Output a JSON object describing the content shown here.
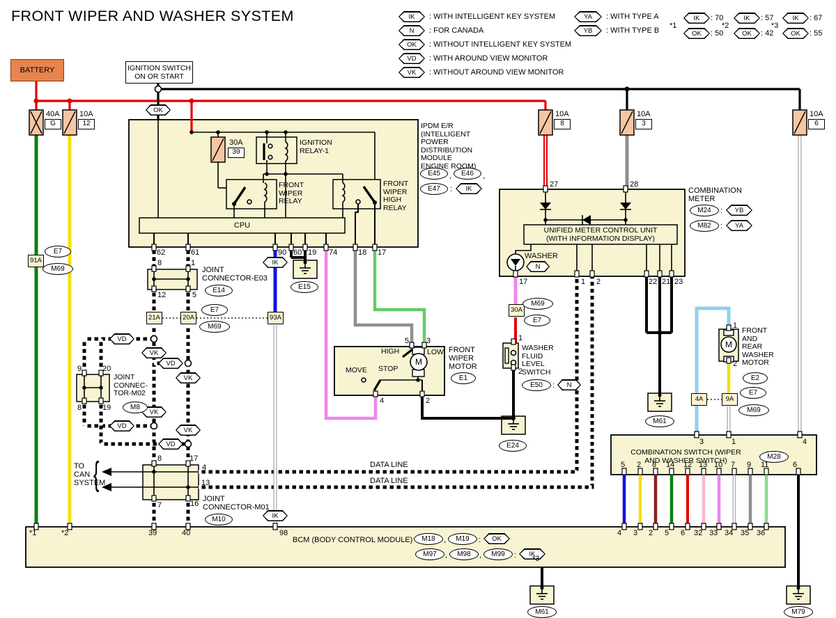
{
  "title": "FRONT WIPER AND WASHER SYSTEM",
  "tags": {
    "ik": "IK",
    "n": "N",
    "ok": "OK",
    "vd": "VD",
    "vk": "VK",
    "ya": "YA",
    "yb": "YB"
  },
  "punct": {
    "comma": ",",
    "colon": ":",
    "brace": "{"
  },
  "legend": {
    "items": [
      {
        "tag": "IK",
        "desc": ": WITH INTELLIGENT KEY SYSTEM"
      },
      {
        "tag": "N",
        "desc": ": FOR CANADA"
      },
      {
        "tag": "OK",
        "desc": ": WITHOUT INTELLIGENT KEY SYSTEM"
      },
      {
        "tag": "VD",
        "desc": ": WITH AROUND VIEW MONITOR"
      },
      {
        "tag": "VK",
        "desc": ": WITHOUT AROUND VIEW MONITOR"
      }
    ],
    "types": [
      {
        "tag": "YA",
        "desc": ": WITH TYPE A"
      },
      {
        "tag": "YB",
        "desc": ": WITH TYPE B"
      }
    ],
    "notes": [
      {
        "star": "*1",
        "ik": ": 70",
        "ok": ": 50"
      },
      {
        "star": "*2",
        "ik": ": 57",
        "ok": ": 42"
      },
      {
        "star": "*3",
        "ik": ": 67",
        "ok": ": 55"
      }
    ]
  },
  "power": {
    "battery": "BATTERY",
    "ignition": "IGNITION SWITCH\nON OR START"
  },
  "fuses": {
    "f40": {
      "amp": "40A",
      "slot": "G"
    },
    "f12": {
      "amp": "10A",
      "slot": "12"
    },
    "f30": {
      "amp": "30A",
      "slot": "39"
    },
    "f8": {
      "amp": "10A",
      "slot": "8"
    },
    "f3": {
      "amp": "10A",
      "slot": "3"
    },
    "f6": {
      "amp": "10A",
      "slot": "6"
    }
  },
  "connectors": {
    "c91a": "91A",
    "c21a": "21A",
    "c20a": "20A",
    "c93a": "93A",
    "c30a": "30A",
    "c4a": "4A",
    "c9a": "9A",
    "e7": "E7",
    "m69": "M69"
  },
  "ipdm": {
    "label": "IPDM E/R\n(INTELLIGENT\nPOWER\nDISTRIBUTION\nMODULE\nENGINE ROOM)",
    "refs": [
      "E45",
      "E46",
      "E47"
    ],
    "ignition_relay": "IGNITION\nRELAY-1",
    "front_wiper_relay": "FRONT\nWIPER\nRELAY",
    "front_wiper_high_relay": "FRONT\nWIPER\nHIGH\nRELAY",
    "cpu": "CPU",
    "pins": [
      "62",
      "61",
      "90",
      "60",
      "19",
      "74",
      "18",
      "17"
    ]
  },
  "joint_e03": {
    "label": "JOINT\nCONNECTOR-E03",
    "ref": "E14",
    "pins": [
      "8",
      "1",
      "12",
      "5"
    ]
  },
  "joint_m02": {
    "label": "JOINT\nCONNEC-\nTOR-M02",
    "ref": "M8",
    "pins": [
      "9",
      "20",
      "8",
      "19"
    ]
  },
  "joint_m01": {
    "label": "JOINT\nCONNECTOR-M01",
    "ref": "M10",
    "pins": [
      "8",
      "17",
      "4",
      "13",
      "7",
      "16"
    ]
  },
  "can": {
    "label": "TO\nCAN\nSYSTEM",
    "data_line": "DATA LINE"
  },
  "meter": {
    "label": "COMBINATION\nMETER",
    "ref1": "M24",
    "ref2": "M82",
    "umcu": "UNIFIED METER CONTROL UNIT\n(WITH INFORMATION DISPLAY)",
    "washer": "WASHER",
    "pins_top": [
      "27",
      "28"
    ],
    "pins_bottom": [
      "17",
      "1",
      "2",
      "22",
      "21",
      "23"
    ]
  },
  "wiper_motor": {
    "label": "FRONT\nWIPER\nMOTOR",
    "ref": "E1",
    "m": "M",
    "high": "HIGH",
    "low": "LOW",
    "move": "MOVE",
    "stop": "STOP",
    "pins": [
      "5",
      "3",
      "4",
      "2"
    ]
  },
  "washer_switch": {
    "label": "WASHER\nFLUID\nLEVEL\nSWITCH",
    "ref": "E50",
    "pins": [
      "1",
      "2"
    ]
  },
  "washer_motor": {
    "label": "FRONT\nAND\nREAR\nWASHER\nMOTOR",
    "ref": "E2",
    "m": "M",
    "pins": [
      "1",
      "2"
    ]
  },
  "comb_switch": {
    "label": "COMBINATION SWITCH (WIPER\nAND WASHER SWITCH)",
    "ref": "M28",
    "pins_top": [
      "3",
      "1",
      "4"
    ],
    "pins_bottom": [
      "5",
      "2",
      "8",
      "14",
      "12",
      "13",
      "10",
      "7",
      "9",
      "11",
      "6"
    ]
  },
  "bcm": {
    "label": "BCM (BODY CONTROL MODULE)",
    "refs1": [
      "M18",
      "M19"
    ],
    "refs2": [
      "M97",
      "M98",
      "M99"
    ],
    "star3": "*3",
    "pins": [
      "*1",
      "*2",
      "39",
      "40",
      "98",
      "4",
      "3",
      "2",
      "5",
      "6",
      "32",
      "33",
      "34",
      "35",
      "36"
    ]
  },
  "grounds": {
    "e15": "E15",
    "e24": "E24",
    "m61": "M61",
    "m79": "M79"
  },
  "colors": {
    "cream": "#f8f4d2",
    "fuse": "#f4c6a4",
    "battery_orange": "#e8854e",
    "red": "#e10000",
    "green_dark": "#0c800c",
    "yellow": "#f2e20c",
    "blue": "#1212e0",
    "violet": "#ee85ee",
    "pink_light": "#f6bace",
    "green_light": "#8fd88f",
    "green_mid": "#63cc63",
    "gray": "#8f8f8f",
    "light_blue": "#8fd0ee",
    "dark_red": "#8b2020"
  }
}
